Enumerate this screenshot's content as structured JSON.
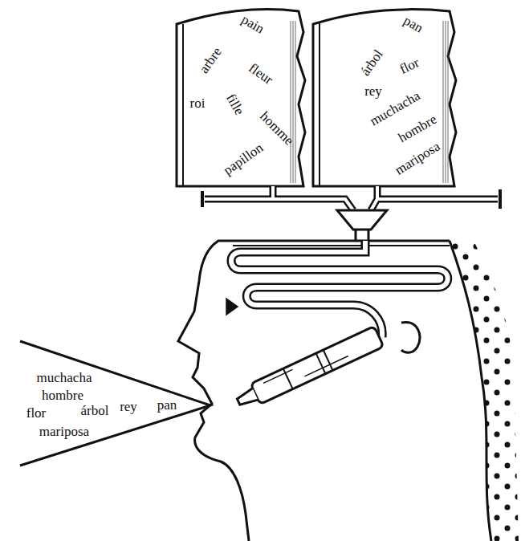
{
  "diagram": {
    "nodes": [
      {
        "text": [
          "pain",
          "arbre",
          "fleur",
          "roi",
          "fille",
          "homme",
          "papillon"
        ]
      },
      {
        "text": [
          "pan",
          "árbol",
          "flor",
          "rey",
          "muchacha",
          "hombre",
          "mariposa"
        ]
      },
      {
        "text": [
          "muchacha",
          "hombre",
          "flor",
          "árbol",
          "rey",
          "pan",
          "mariposa"
        ]
      }
    ]
  }
}
